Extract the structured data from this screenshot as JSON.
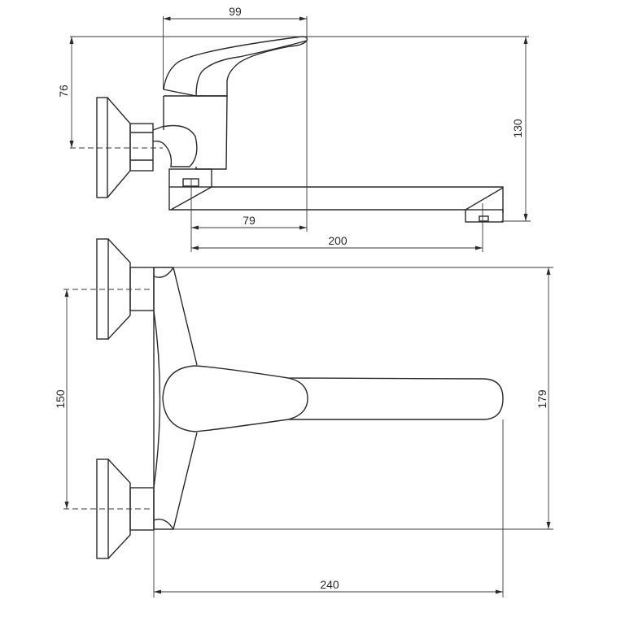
{
  "drawing": {
    "title": "Wall-mounted single-lever mixer with long spout – dimension drawing",
    "side_view": {
      "dimensions": {
        "handle_reach": "99",
        "handle_height": "76",
        "total_height": "130",
        "body_to_reach": "79",
        "spout_reach": "200"
      }
    },
    "top_view": {
      "dimensions": {
        "inlet_spacing": "150",
        "body_width": "179",
        "total_length": "240"
      }
    },
    "colors": {
      "line": "#2a2a2a",
      "background": "#ffffff"
    }
  }
}
